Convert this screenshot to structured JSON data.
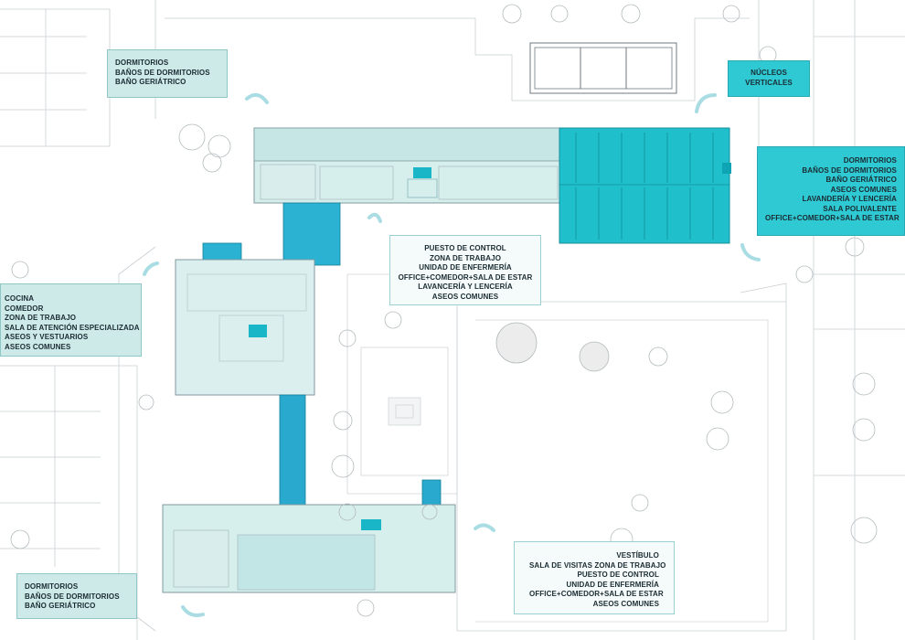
{
  "labels": {
    "top_left": [
      "DORMITORIOS",
      "BAÑOS DE DORMITORIOS",
      "BAÑO GERIÁTRICO"
    ],
    "top_right_small": [
      "NÚCLEOS",
      "VERTICALES"
    ],
    "right_big": [
      "DORMITORIOS",
      "BAÑOS DE DORMITORIOS",
      "BAÑO GERIÁTRICO",
      "ASEOS COMUNES",
      "LAVANDERÍA Y LENCERÍA",
      "SALA POLIVALENTE",
      "OFFICE+COMEDOR+SALA DE ESTAR"
    ],
    "center": [
      "PUESTO DE CONTROL",
      "ZONA DE TRABAJO",
      "UNIDAD DE ENFERMERÍA",
      "OFFICE+COMEDOR+SALA DE ESTAR",
      "LAVANCERÍA Y LENCERÍA",
      "ASEOS COMUNES"
    ],
    "left_mid": [
      "COCINA",
      "COMEDOR",
      "ZONA DE TRABAJO",
      "SALA DE ATENCIÓN ESPECIALIZADA",
      "ASEOS Y VESTUARIOS",
      "ASEOS COMUNES"
    ],
    "bottom_right": [
      "VESTÍBULO",
      "SALA DE VISITAS ZONA DE TRABAJO",
      "PUESTO DE CONTROL",
      "UNIDAD DE ENFERMERÍA",
      "OFFICE+COMEDOR+SALA DE ESTAR",
      "ASEOS COMUNES"
    ],
    "bottom_left": [
      "DORMITORIOS",
      "BAÑOS DE DORMITORIOS",
      "BAÑO GERIÁTRICO"
    ]
  },
  "colors": {
    "pale_fill": "#cdeae8",
    "building_fill": "#d6eeec",
    "cyan_fill": "#16b8c6",
    "core_fill": "#28b3cf",
    "line": "#9aa7ad",
    "arrow": "#a9dde3"
  }
}
